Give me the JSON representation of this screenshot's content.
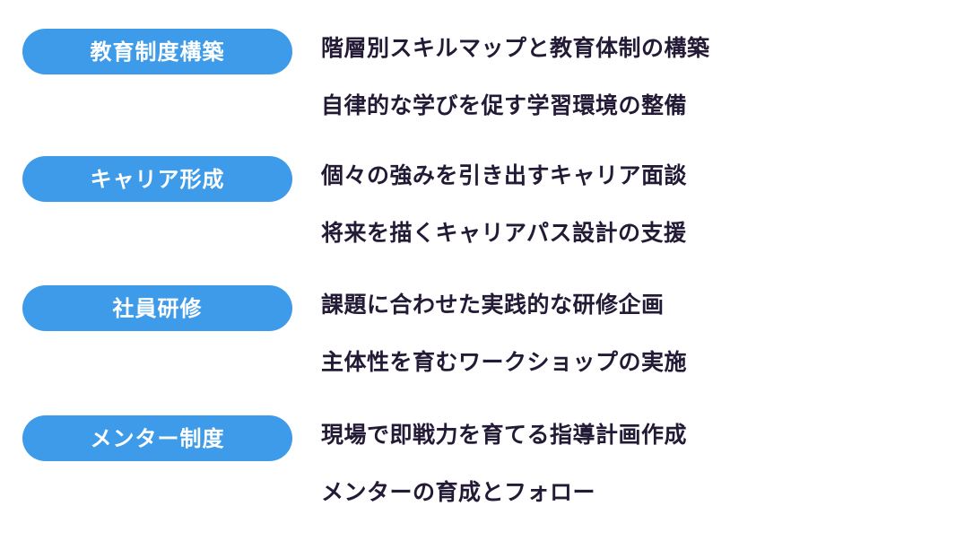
{
  "sections": [
    {
      "label": "教育制度構築",
      "items": [
        "階層別スキルマップと教育体制の構築",
        "自律的な学びを促す学習環境の整備"
      ]
    },
    {
      "label": "キャリア形成",
      "items": [
        "個々の強みを引き出すキャリア面談",
        "将来を描くキャリアパス設計の支援"
      ]
    },
    {
      "label": "社員研修",
      "items": [
        "課題に合わせた実践的な研修企画",
        "主体性を育むワークショップの実施"
      ]
    },
    {
      "label": "メンター制度",
      "items": [
        "現場で即戦力を育てる指導計画作成",
        "メンターの育成とフォロー"
      ]
    }
  ],
  "colors": {
    "pill_background": "#3d9be9",
    "pill_text": "#ffffff",
    "item_text": "#231a35",
    "page_background": "#ffffff"
  }
}
